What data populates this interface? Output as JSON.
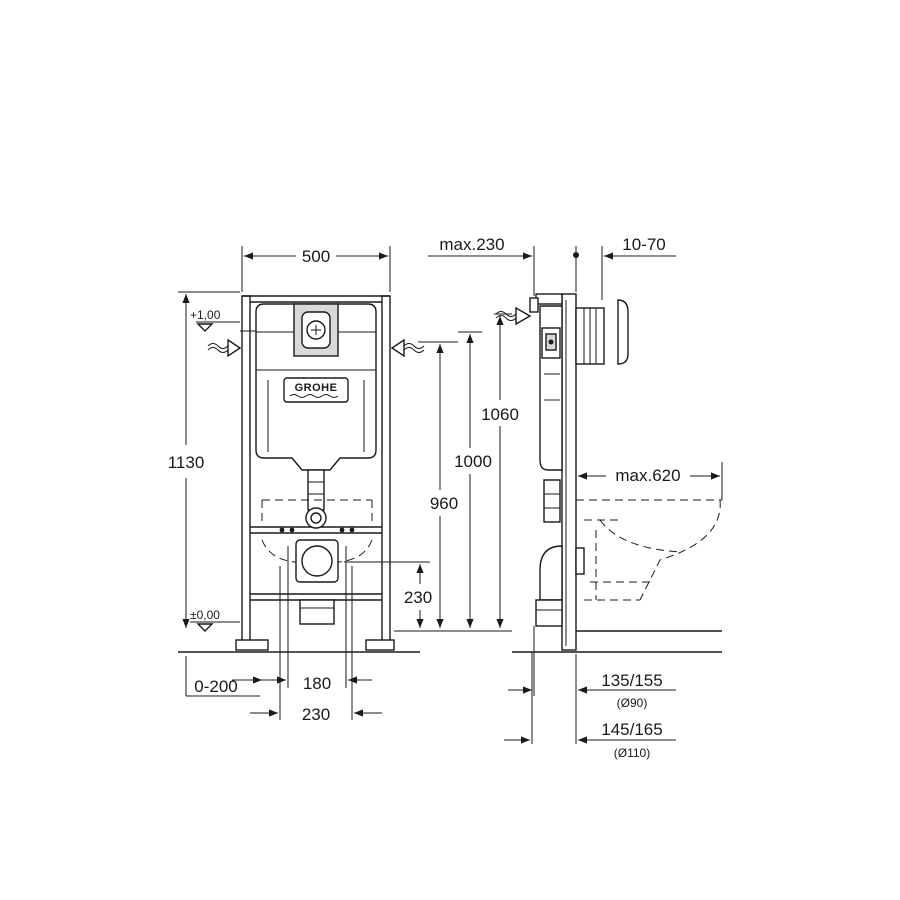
{
  "brand": "GROHE",
  "front_view": {
    "width_label": "500",
    "total_height_label": "1130",
    "level_top_label": "+1,00",
    "level_zero_label": "±0,00",
    "height_960_label": "960",
    "height_230_label": "230",
    "offset_label": "0-200",
    "width_180_label": "180",
    "width_230_label": "230"
  },
  "side_view": {
    "max_depth_label": "max.230",
    "wall_range_label": "10-70",
    "height_1060_label": "1060",
    "height_1000_label": "1000",
    "projection_label": "max.620",
    "pipe_90_label": "135/155",
    "pipe_90_diameter": "(Ø90)",
    "pipe_110_label": "145/165",
    "pipe_110_diameter": "(Ø110)"
  }
}
